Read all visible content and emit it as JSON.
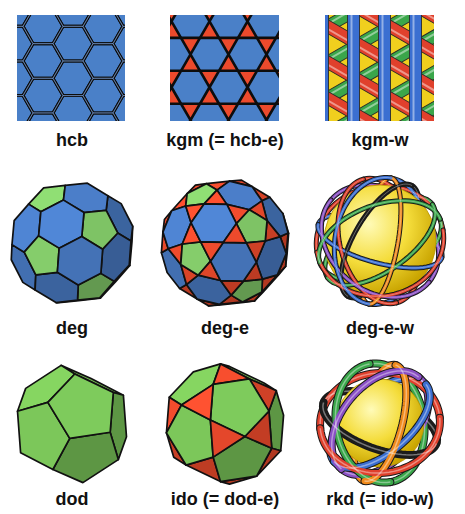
{
  "diagram": {
    "labels": [
      "hcb",
      "kgm (= hcb-e)",
      "kgm-w",
      "deg",
      "deg-e",
      "deg-e-w",
      "dod",
      "ido (= dod-e)",
      "rkd (= ido-w)"
    ]
  }
}
